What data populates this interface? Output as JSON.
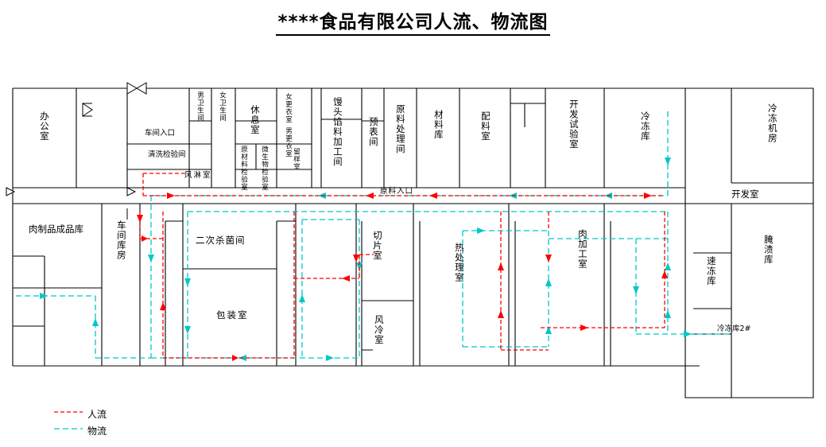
{
  "title": "****食品有限公司人流、物流图",
  "legend": {
    "human": "人流",
    "goods": "物流",
    "human_color": "#ff0000",
    "goods_color": "#00c8c8"
  },
  "colors": {
    "wall": "#000000",
    "human_flow": "#ff0000",
    "goods_flow": "#00c8c8",
    "text": "#000000"
  },
  "rooms": [
    {
      "name": "办公室",
      "orientation": "vertical"
    },
    {
      "name": "车间入口",
      "orientation": "horizontal"
    },
    {
      "name": "男卫生间",
      "orientation": "vertical"
    },
    {
      "name": "女卫生间",
      "orientation": "vertical"
    },
    {
      "name": "休息室",
      "orientation": "vertical"
    },
    {
      "name": "女更衣室",
      "orientation": "vertical"
    },
    {
      "name": "男更衣室",
      "orientation": "vertical"
    },
    {
      "name": "馒头馅料加工间",
      "orientation": "vertical"
    },
    {
      "name": "预表间",
      "orientation": "vertical"
    },
    {
      "name": "原料处理间",
      "orientation": "vertical"
    },
    {
      "name": "材料库",
      "orientation": "vertical"
    },
    {
      "name": "配料室",
      "orientation": "vertical"
    },
    {
      "name": "开发试验室",
      "orientation": "vertical"
    },
    {
      "name": "冷冻库",
      "orientation": "vertical"
    },
    {
      "name": "冷冻机房",
      "orientation": "vertical"
    },
    {
      "name": "清洗检验间",
      "orientation": "horizontal"
    },
    {
      "name": "风淋室",
      "orientation": "horizontal"
    },
    {
      "name": "原材料检验室",
      "orientation": "vertical"
    },
    {
      "name": "微生物检验室",
      "orientation": "vertical"
    },
    {
      "name": "留样室",
      "orientation": "vertical"
    },
    {
      "name": "原料入口",
      "orientation": "horizontal"
    },
    {
      "name": "开发室",
      "orientation": "horizontal"
    },
    {
      "name": "肉制品成品库",
      "orientation": "horizontal"
    },
    {
      "name": "车间库房",
      "orientation": "vertical"
    },
    {
      "name": "二次杀菌间",
      "orientation": "horizontal"
    },
    {
      "name": "包装室",
      "orientation": "horizontal"
    },
    {
      "name": "切片室",
      "orientation": "vertical"
    },
    {
      "name": "风冷室",
      "orientation": "vertical"
    },
    {
      "name": "热处理室",
      "orientation": "vertical"
    },
    {
      "name": "肉加工室",
      "orientation": "vertical"
    },
    {
      "name": "速冻库",
      "orientation": "vertical"
    },
    {
      "name": "腌渍库",
      "orientation": "vertical"
    },
    {
      "name": "冷冻库2#",
      "orientation": "horizontal"
    }
  ],
  "labels": {
    "office": "办公室",
    "workshop_entrance": "车间入口",
    "male_wc": "男卫生间",
    "female_wc": "女卫生间",
    "rest_room": "休息室",
    "female_change": "女更衣室",
    "male_change": "男更衣室",
    "bun_filling": "馒头馅料加工间",
    "pre_cool": "预表间",
    "raw_treat": "原料处理间",
    "material_store": "材料库",
    "dosing_room": "配料室",
    "dev_lab": "开发试验室",
    "freezer": "冷冻库",
    "freezer_machine": "冷冻机房",
    "wash_check": "清洗检验间",
    "air_shower": "风淋室",
    "raw_material_lab": "原材料检验室",
    "micro_lab": "微生物检验室",
    "sample_room": "留样室",
    "raw_entrance": "原料入口",
    "dev_room": "开发室",
    "meat_product_store": "肉制品成品库",
    "workshop_store": "车间库房",
    "second_sterilize": "二次杀菌间",
    "packing_room": "包装室",
    "slicing_room": "切片室",
    "air_cool_room": "风冷室",
    "heat_treat_room": "热处理室",
    "meat_process_room": "肉加工室",
    "quick_freeze_store": "速冻库",
    "pickling_store": "腌渍库",
    "freezer_2": "冷冻库2#"
  }
}
